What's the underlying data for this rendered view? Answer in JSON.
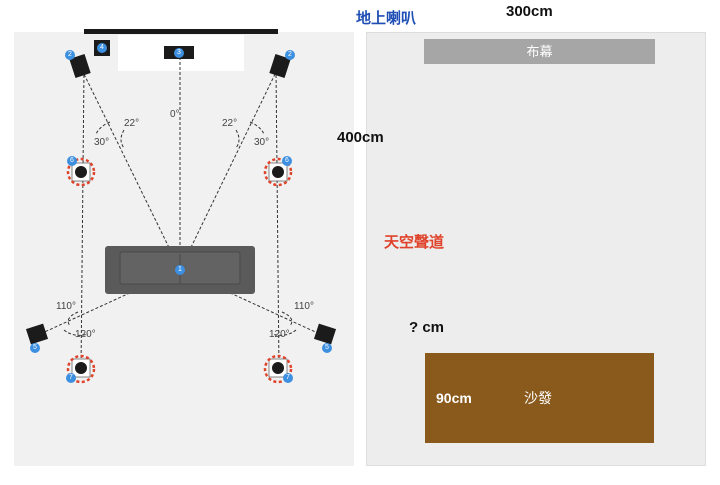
{
  "left_diagram": {
    "angles": {
      "center": "0°",
      "front_inner_left": "22°",
      "front_outer_left": "30°",
      "front_inner_right": "22°",
      "front_outer_right": "30°",
      "surround_upper_left": "110°",
      "surround_lower_left": "120°",
      "surround_upper_right": "110°",
      "surround_lower_right": "120°"
    },
    "badges": {
      "front_left": "2",
      "front_right": "2",
      "center": "3",
      "subwoofer": "4",
      "listener": "1",
      "surround_left": "5",
      "surround_right": "5",
      "height_front_left": "6",
      "height_front_right": "6",
      "height_rear_left": "7",
      "height_rear_right": "7"
    },
    "colors": {
      "badge": "#3d8fe0",
      "dashed_ring": "#e0432b",
      "sofa": "#5a5a5a",
      "speaker": "#1b1b1b"
    }
  },
  "right_diagram": {
    "width_label": "300cm",
    "depth_label": "400cm",
    "floor_speaker_label": "地上喇叭",
    "height_channel_label": "天空聲道",
    "screen_label": "布幕",
    "distance_label": "? cm",
    "sofa_depth_label": "90cm",
    "sofa_label": "沙發",
    "colors": {
      "floor_speaker": "#3d8fe0",
      "height_ring": "#e0432b",
      "screen": "#a6a6a6",
      "sofa": "#8a5a1c",
      "floor_speaker_label": "#1f4fb5",
      "height_channel_label": "#e0432b"
    }
  }
}
